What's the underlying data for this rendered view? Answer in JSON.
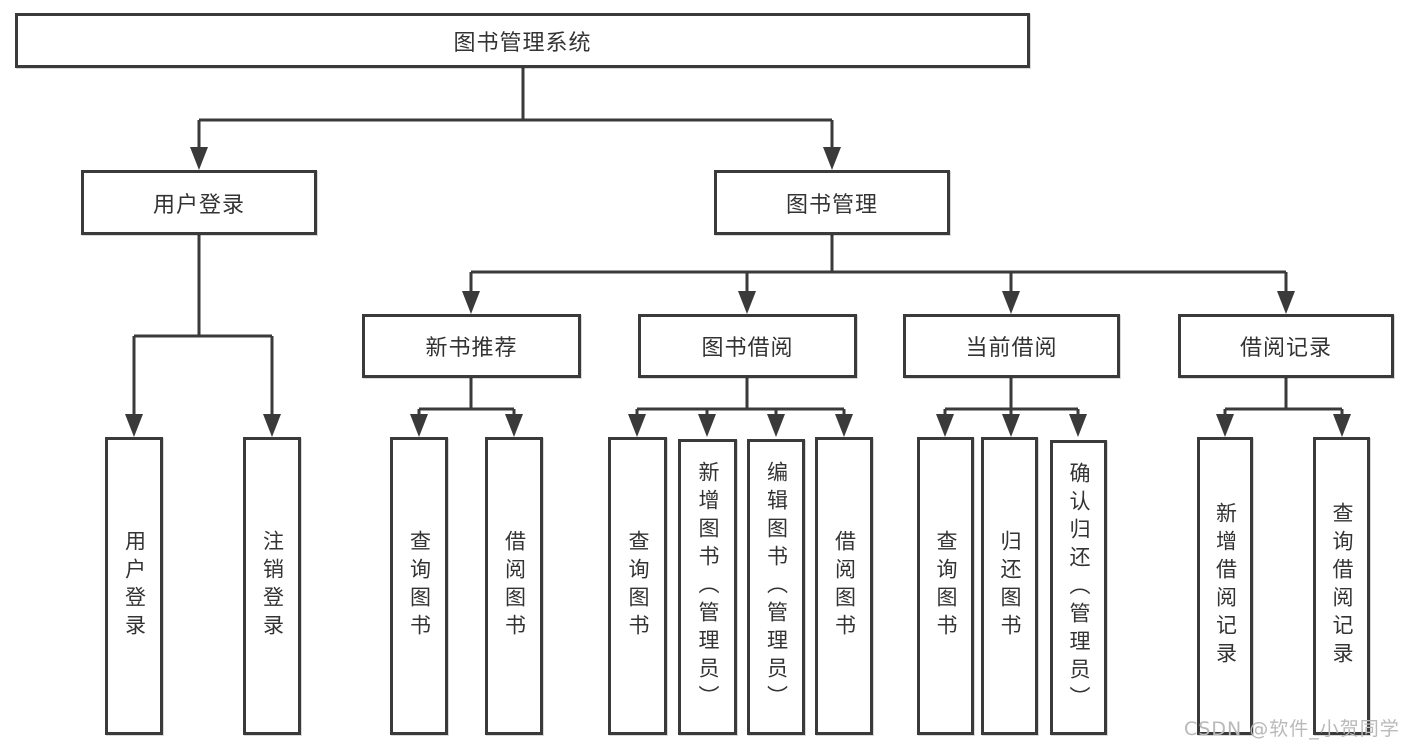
{
  "diagram": {
    "root": {
      "label": "图书管理系统"
    },
    "level2": {
      "user_login": {
        "label": "用户登录"
      },
      "book_management": {
        "label": "图书管理"
      }
    },
    "level3": {
      "new_book_recommend": {
        "label": "新书推荐"
      },
      "book_borrow": {
        "label": "图书借阅"
      },
      "current_borrow": {
        "label": "当前借阅"
      },
      "borrow_record": {
        "label": "借阅记录"
      }
    },
    "leaves": {
      "user_login": [
        "用户登录",
        "注销登录"
      ],
      "new_book_recommend": [
        "查询图书",
        "借阅图书"
      ],
      "book_borrow": [
        "查询图书",
        "新增图书（管理员）",
        "编辑图书（管理员）",
        "借阅图书"
      ],
      "current_borrow": [
        "查询图书",
        "归还图书",
        "确认归还（管理员）"
      ],
      "borrow_record": [
        "新增借阅记录",
        "查询借阅记录"
      ]
    },
    "watermark": "CSDN @软件_小贺同学",
    "colors": {
      "line": "#3a3a3a",
      "text": "#333333",
      "watermark": "#b9b9b9",
      "background": "#ffffff"
    }
  }
}
